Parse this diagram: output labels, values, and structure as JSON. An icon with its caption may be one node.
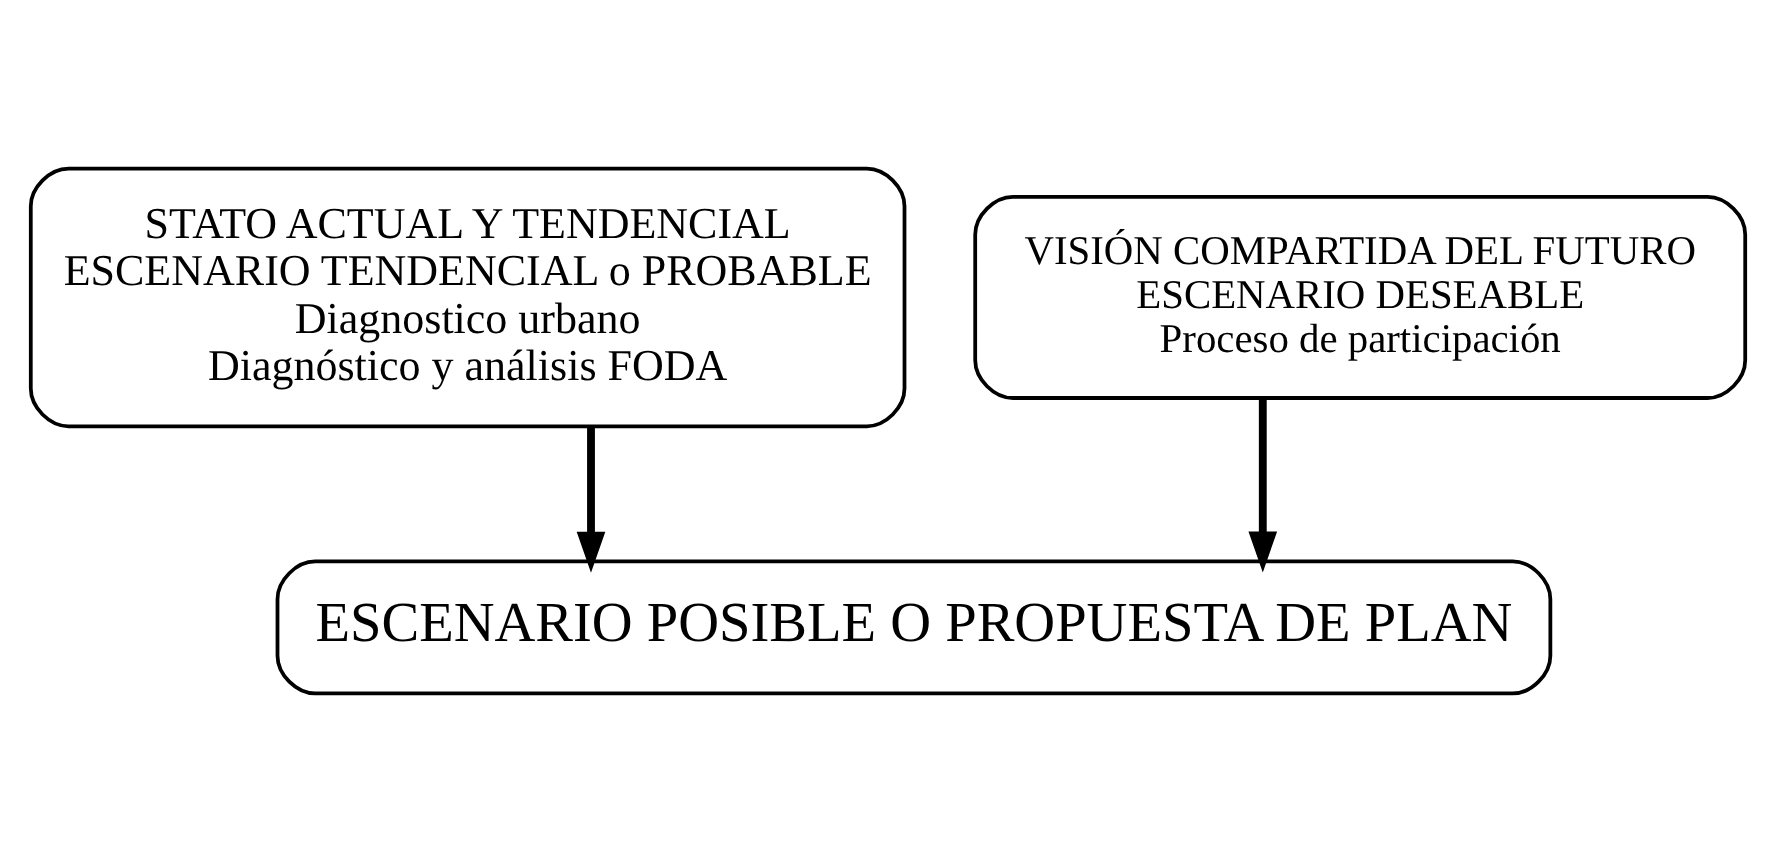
{
  "diagram": {
    "nodes": [
      {
        "text": [
          "STATO ACTUAL Y TENDENCIAL",
          "ESCENARIO TENDENCIAL o PROBABLE",
          "Diagnostico urbano",
          "Diagnóstico y análisis FODA"
        ]
      },
      {
        "text": [
          "VISIÓN COMPARTIDA DEL FUTURO",
          "ESCENARIO DESEABLE",
          "Proceso de participación"
        ]
      },
      {
        "text": [
          "ESCENARIO POSIBLE O PROPUESTA DE PLAN"
        ]
      }
    ],
    "edges": [
      {
        "from": 0,
        "to": 2,
        "arrow": "to"
      },
      {
        "from": 1,
        "to": 2,
        "arrow": "to"
      }
    ]
  }
}
